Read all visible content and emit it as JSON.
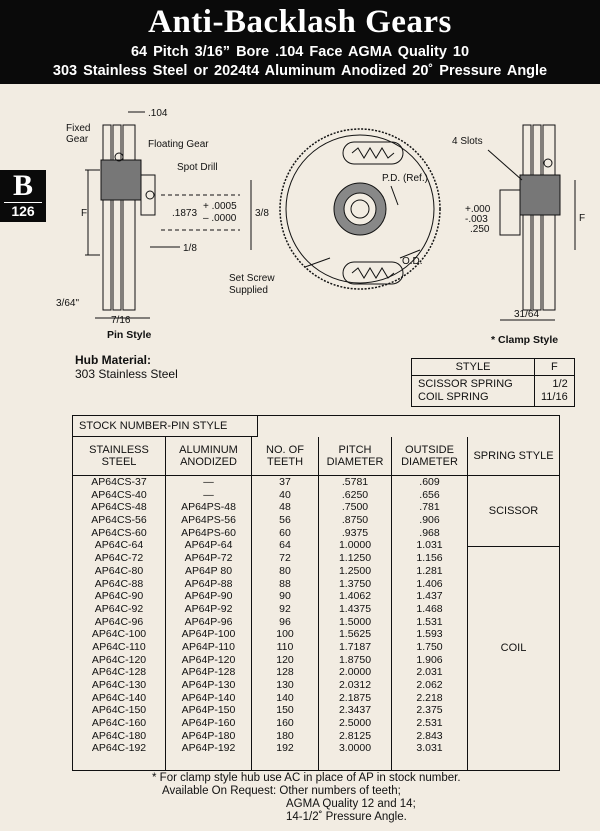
{
  "header": {
    "title": "Anti-Backlash Gears",
    "line1": "64 Pitch   3/16” Bore   .104 Face     AGMA Quality 10",
    "line2": "303 Stainless Steel or 2024t4 Aluminum Anodized   20˚ Pressure Angle"
  },
  "tab": {
    "letter": "B",
    "page": "126"
  },
  "drawing": {
    "face": ".104",
    "fixed_gear": "Fixed",
    "fixed_gear2": "Gear",
    "floating_gear": "Floating Gear",
    "spot_drill": "Spot Drill",
    "F": "F",
    "bore": ".1873",
    "tol_plus": "+ .0005",
    "tol_minus": "– .0000",
    "three_eighths": "3/8",
    "one_eighth": "1/8",
    "three_64": "3/64\"",
    "seven_16": "7/16",
    "pin_style": "Pin Style",
    "pd_ref": "P.D. (Ref.)",
    "od": "O.D.",
    "set_screw": "Set Screw",
    "supplied": "Supplied",
    "four_slots": "4 Slots",
    "clamp_tol1": "+.000",
    "clamp_tol2": "-.003",
    "clamp_250": ".250",
    "F2": "F",
    "thirtyone_64": "31/64",
    "clamp_style": "* Clamp Style"
  },
  "hub_material": {
    "heading": "Hub Material:",
    "value": "303 Stainless Steel"
  },
  "style_table": {
    "col1": "STYLE",
    "col2": "F",
    "rows": [
      {
        "style": "SCISSOR SPRING",
        "f": "1/2"
      },
      {
        "style": "COIL SPRING",
        "f": "11/16"
      }
    ]
  },
  "stock_table": {
    "title": "STOCK NUMBER-PIN STYLE",
    "headers": {
      "stainless": "STAINLESS STEEL",
      "aluminum": "ALUMINUM ANODIZED",
      "teeth": "NO. OF TEETH",
      "pitch": "PITCH DIAMETER",
      "od": "OUTSIDE DIAMETER",
      "spring": "SPRING STYLE"
    },
    "stainless": [
      "AP64CS-37",
      "AP64CS-40",
      "AP64CS-48",
      "AP64CS-56",
      "AP64CS-60",
      "AP64C-64",
      "AP64C-72",
      "AP64C-80",
      "AP64C-88",
      "AP64C-90",
      "AP64C-92",
      "AP64C-96",
      "AP64C-100",
      "AP64C-110",
      "AP64C-120",
      "AP64C-128",
      "AP64C-130",
      "AP64C-140",
      "AP64C-150",
      "AP64C-160",
      "AP64C-180",
      "AP64C-192"
    ],
    "aluminum": [
      "—",
      "—",
      "AP64PS-48",
      "AP64PS-56",
      "AP64PS-60",
      "AP64P-64",
      "AP64P-72",
      "AP64P 80",
      "AP64P-88",
      "AP64P-90",
      "AP64P-92",
      "AP64P-96",
      "AP64P-100",
      "AP64P-110",
      "AP64P-120",
      "AP64P-128",
      "AP64P-130",
      "AP64P-140",
      "AP64P-150",
      "AP64P-160",
      "AP64P-180",
      "AP64P-192"
    ],
    "teeth": [
      "37",
      "40",
      "48",
      "56",
      "60",
      "64",
      "72",
      "80",
      "88",
      "90",
      "92",
      "96",
      "100",
      "110",
      "120",
      "128",
      "130",
      "140",
      "150",
      "160",
      "180",
      "192"
    ],
    "pitch": [
      ".5781",
      ".6250",
      ".7500",
      ".8750",
      ".9375",
      "1.0000",
      "1.1250",
      "1.2500",
      "1.3750",
      "1.4062",
      "1.4375",
      "1.5000",
      "1.5625",
      "1.7187",
      "1.8750",
      "2.0000",
      "2.0312",
      "2.1875",
      "2.3437",
      "2.5000",
      "2.8125",
      "3.0000"
    ],
    "od": [
      ".609",
      ".656",
      ".781",
      ".906",
      ".968",
      "1.031",
      "1.156",
      "1.281",
      "1.406",
      "1.437",
      "1.468",
      "1.531",
      "1.593",
      "1.750",
      "1.906",
      "2.031",
      "2.062",
      "2.218",
      "2.375",
      "2.531",
      "2.843",
      "3.031"
    ],
    "spring_scissor": "SCISSOR",
    "spring_coil": "COIL"
  },
  "footnote": {
    "line1": "* For clamp style hub use AC in place of AP in stock number.",
    "line2": "Available On Request: Other numbers of teeth;",
    "line3": "AGMA Quality 12 and 14;",
    "line4": "14-1/2˚ Pressure Angle."
  }
}
